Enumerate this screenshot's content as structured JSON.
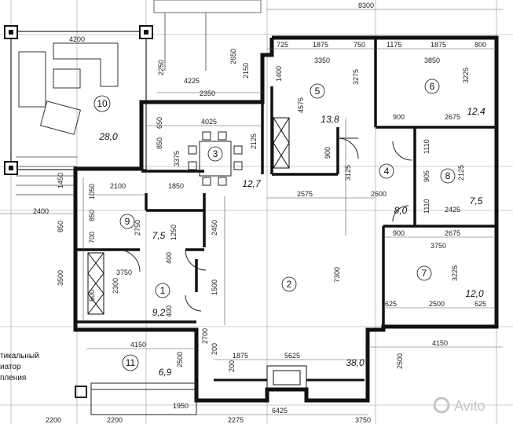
{
  "rooms": [
    {
      "id": "1",
      "number": "1",
      "area": "9,2"
    },
    {
      "id": "2",
      "number": "2",
      "area": "38,0"
    },
    {
      "id": "3",
      "number": "3",
      "area": "12,7"
    },
    {
      "id": "4",
      "number": "4",
      "area": "8,0"
    },
    {
      "id": "5",
      "number": "5",
      "area": "13,8"
    },
    {
      "id": "6",
      "number": "6",
      "area": "12,4"
    },
    {
      "id": "7",
      "number": "7",
      "area": "12,0"
    },
    {
      "id": "8",
      "number": "8",
      "area": "7,5"
    },
    {
      "id": "9",
      "number": "9",
      "area": "7,5"
    },
    {
      "id": "10",
      "number": "10",
      "area": "28,0"
    },
    {
      "id": "11",
      "number": "11",
      "area": "6,9"
    }
  ],
  "dimensions": {
    "top": [
      "8300",
      "725",
      "1875",
      "750",
      "1175",
      "1875",
      "800",
      "3350",
      "3850",
      "4200"
    ],
    "upper": [
      "4225",
      "2350",
      "4025",
      "2125",
      "900",
      "2675",
      "2575",
      "2600",
      "1850",
      "2100"
    ],
    "middle": [
      "900",
      "2675",
      "3750",
      "2425",
      "3750",
      "2750",
      "2400",
      "2450",
      "1500",
      "7300"
    ],
    "lower": [
      "625",
      "2500",
      "625",
      "4150",
      "5625",
      "1875",
      "4150",
      "2200",
      "1950",
      "6425",
      "3750",
      "2200",
      "2275"
    ],
    "vertical_left": [
      "1450",
      "1050",
      "850",
      "850",
      "700",
      "3500",
      "2300",
      "600",
      "650",
      "850",
      "3375"
    ],
    "vertical_mid": [
      "2250",
      "2650",
      "2150",
      "1400",
      "4575",
      "3275",
      "3225",
      "900",
      "3125",
      "1110",
      "905",
      "1110",
      "1250",
      "400",
      "400",
      "2700",
      "200",
      "200",
      "2500",
      "2500",
      "3225",
      "2125"
    ]
  },
  "side_note_lines": [
    "тикальный",
    "иатор",
    "пления"
  ],
  "watermark": "Avito"
}
